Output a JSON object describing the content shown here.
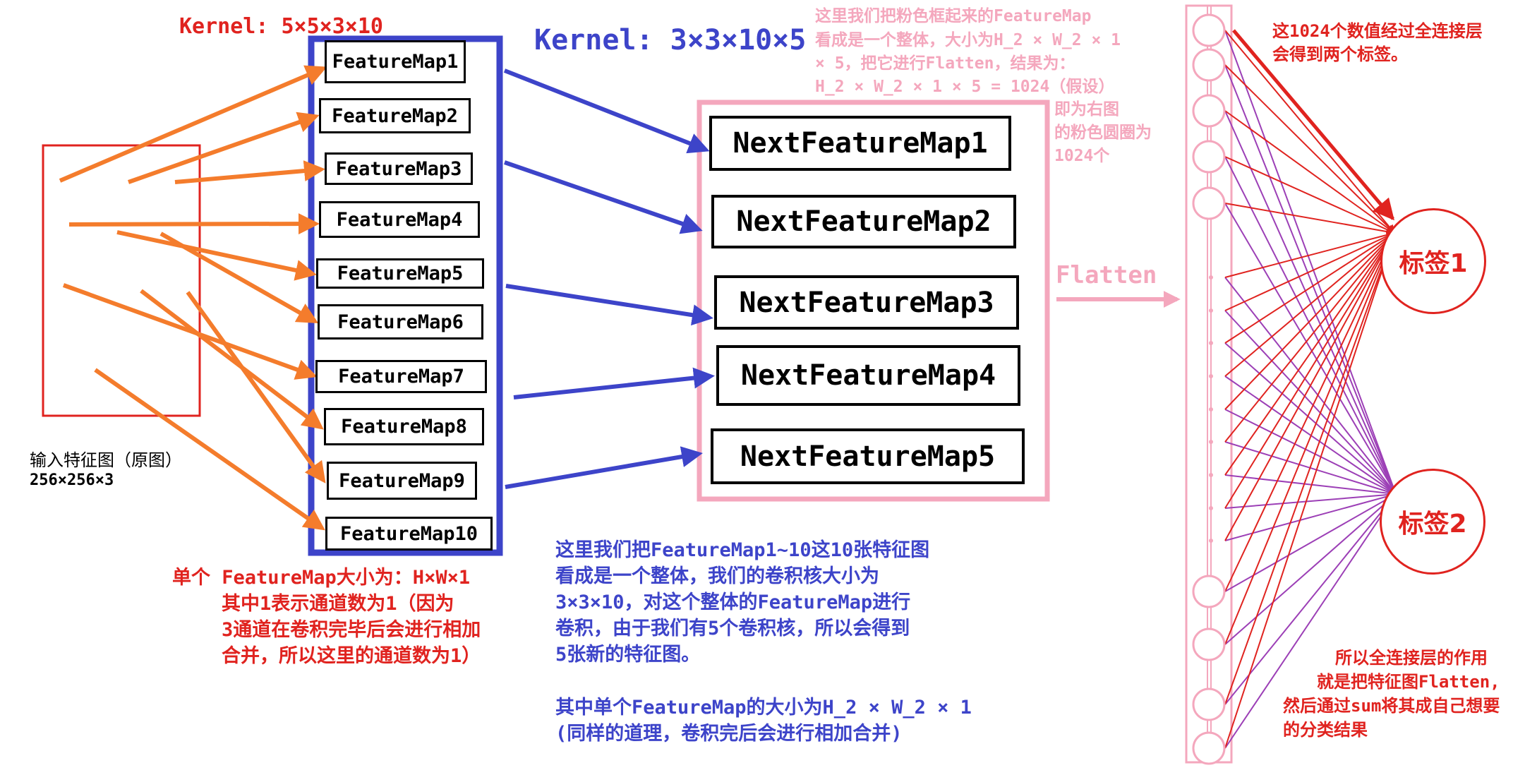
{
  "colors": {
    "red": "#e0231f",
    "orange": "#f47c2c",
    "blue": "#3d44c9",
    "pink": "#f4a7bd",
    "purple": "#9c3fb6",
    "black": "#000000"
  },
  "kernel1": {
    "label": "Kernel: 5×5×3×10"
  },
  "kernel2": {
    "label": "Kernel: 3×3×10×5"
  },
  "input": {
    "title": "输入特征图（原图）",
    "size": "256×256×3"
  },
  "feature_maps": [
    "FeatureMap1",
    "FeatureMap2",
    "FeatureMap3",
    "FeatureMap4",
    "FeatureMap5",
    "FeatureMap6",
    "FeatureMap7",
    "FeatureMap8",
    "FeatureMap9",
    "FeatureMap10"
  ],
  "next_feature_maps": [
    "NextFeatureMap1",
    "NextFeatureMap2",
    "NextFeatureMap3",
    "NextFeatureMap4",
    "NextFeatureMap5"
  ],
  "flatten_label": "Flatten",
  "pink_note": [
    "这里我们把粉色框起来的FeatureMap",
    "看成是一个整体，大小为H_2 × W_2 × 1",
    "× 5，把它进行Flatten，结果为：",
    "H_2 × W_2 × 1 × 5 = 1024（假设）",
    "即为右图",
    "的粉色圆圈为",
    "1024个"
  ],
  "red_note_left": [
    "单个 FeatureMap大小为：H×W×1",
    "其中1表示通道数为1（因为",
    "3通道在卷积完毕后会进行相加",
    "合并，所以这里的通道数为1）"
  ],
  "blue_note": [
    "这里我们把FeatureMap1~10这10张特征图",
    "看成是一个整体，我们的卷积核大小为",
    "3×3×10，对这个整体的FeatureMap进行",
    "卷积，由于我们有5个卷积核，所以会得到",
    "5张新的特征图。",
    "",
    "其中单个FeatureMap的大小为H_2 × W_2 × 1",
    "(同样的道理，卷积完后会进行相加合并)"
  ],
  "fc_note_top": [
    "这1024个数值经过全连接层",
    "会得到两个标签。"
  ],
  "fc_note_bottom": [
    "所以全连接层的作用",
    "就是把特征图Flatten,",
    "然后通过sum将其成自己想要",
    "的分类结果"
  ],
  "labels": [
    "标签1",
    "标签2"
  ]
}
